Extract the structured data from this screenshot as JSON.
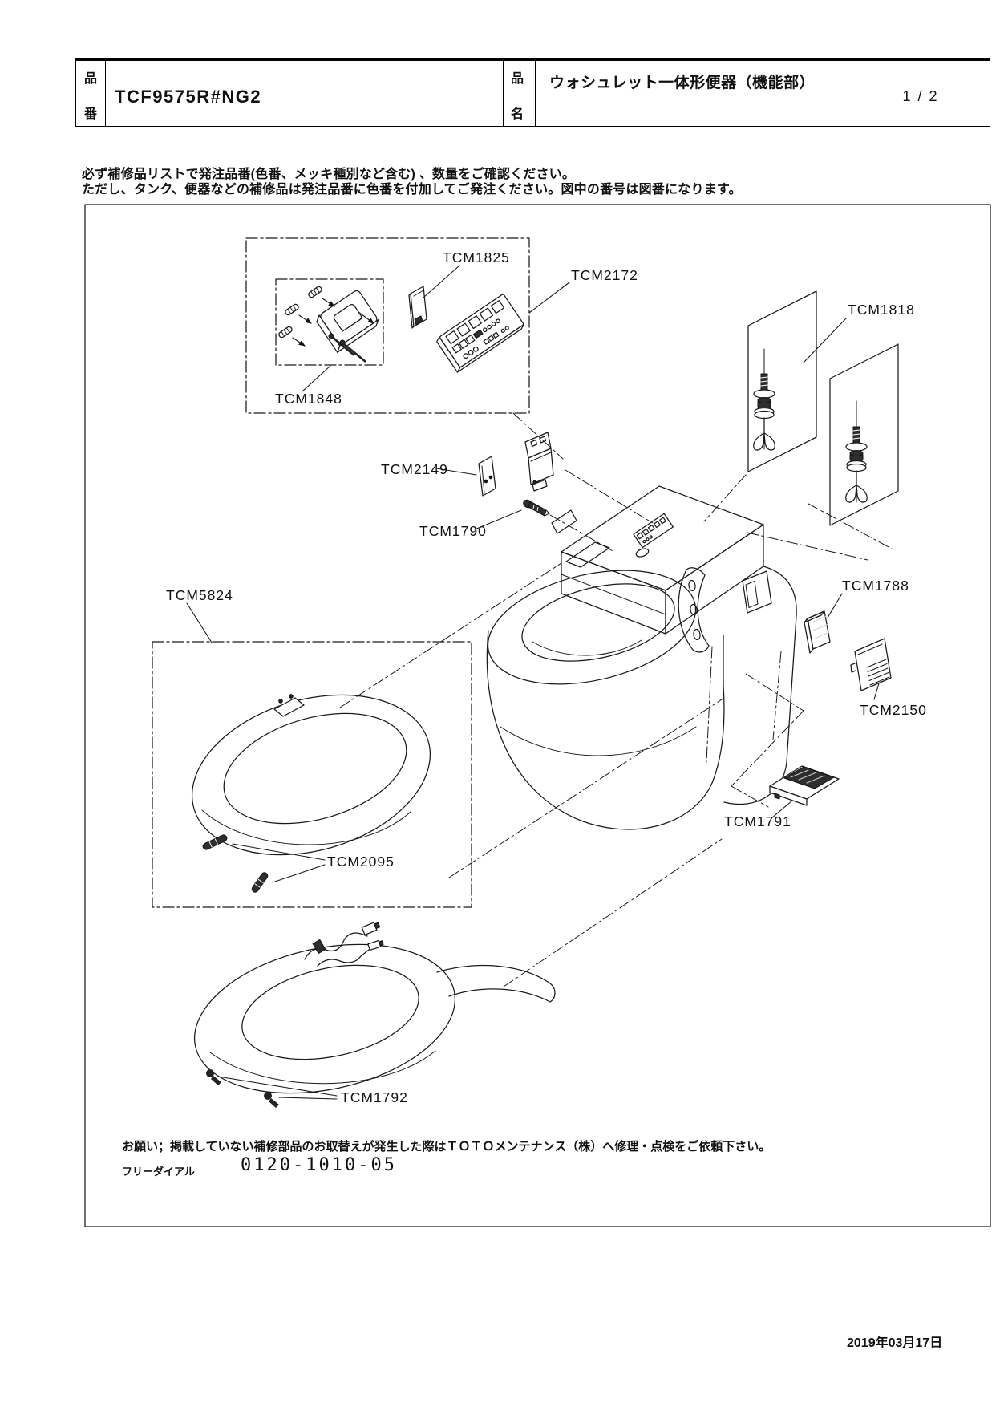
{
  "document": {
    "header": {
      "part_number_label_chars": [
        "品",
        "番"
      ],
      "part_number": "TCF9575R#NG2",
      "part_name_label_chars": [
        "品",
        "名"
      ],
      "part_name": "ウォシュレット一体形便器（機能部）",
      "page_indicator": "1 / 2"
    },
    "notice_line1": "必ず補修品リストで発注品番(色番、メッキ種別など含む) 、数量をご確認ください。",
    "notice_line2": "ただし、タンク、便器などの補修品は発注品番に色番を付加してご発注ください。図中の番号は図番になります。",
    "diagram": {
      "parts": [
        {
          "id": "TCM1825"
        },
        {
          "id": "TCM2172"
        },
        {
          "id": "TCM1818"
        },
        {
          "id": "TCM1848"
        },
        {
          "id": "TCM2149"
        },
        {
          "id": "TCM1790"
        },
        {
          "id": "TCM5824"
        },
        {
          "id": "TCM1788"
        },
        {
          "id": "TCM2150"
        },
        {
          "id": "TCM1791"
        },
        {
          "id": "TCM2095"
        },
        {
          "id": "TCM1792"
        }
      ]
    },
    "footer": {
      "request_note": "お願い；掲載していない補修部品のお取替えが発生した際はＴＯＴＯメンテナンス（株）へ修理・点検をご依頼下さい。",
      "freedial_label": "フリーダイアル",
      "phone_number": "0120-1010-05"
    },
    "date": "2019年03月17日"
  }
}
